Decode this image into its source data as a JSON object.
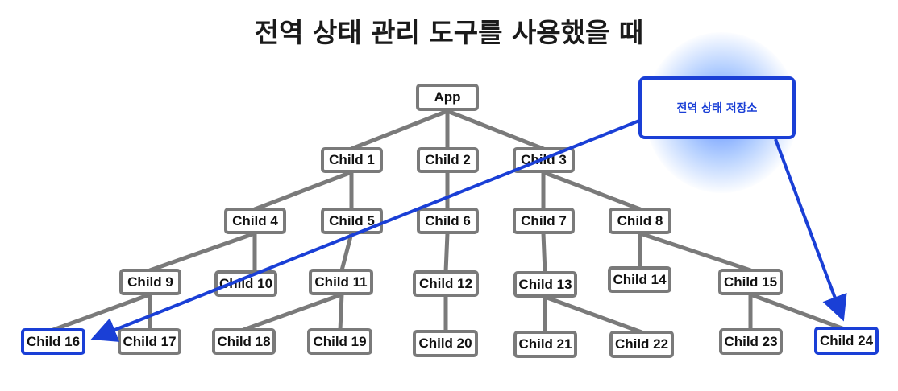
{
  "title": "전역 상태 관리 도구를 사용했을 때",
  "store_label": "전역 상태 저장소",
  "colors": {
    "edge": "#7a7a7a",
    "highlight": "#1a3fd6",
    "glow": "#3c78ff"
  },
  "nodes": {
    "app": "App",
    "c1": "Child 1",
    "c2": "Child 2",
    "c3": "Child 3",
    "c4": "Child 4",
    "c5": "Child 5",
    "c6": "Child 6",
    "c7": "Child 7",
    "c8": "Child 8",
    "c9": "Child 9",
    "c10": "Child 10",
    "c11": "Child 11",
    "c12": "Child 12",
    "c13": "Child 13",
    "c14": "Child 14",
    "c15": "Child 15",
    "c16": "Child 16",
    "c17": "Child 17",
    "c18": "Child 18",
    "c19": "Child 19",
    "c20": "Child 20",
    "c21": "Child 21",
    "c22": "Child 22",
    "c23": "Child 23",
    "c24": "Child 24"
  }
}
